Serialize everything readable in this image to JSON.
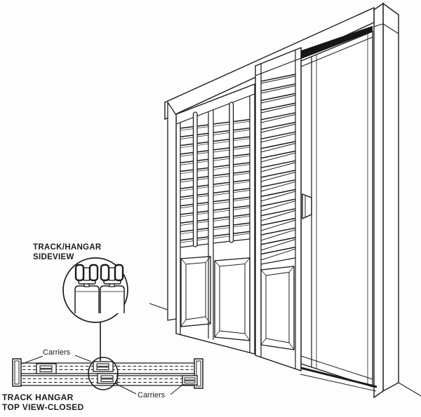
{
  "page": {
    "background_color": "#fdfdfd",
    "ink_color": "#1c1c1c",
    "track_strip_color": "#161616"
  },
  "figure": {
    "labels": {
      "sideview_line1": "TRACK/HANGAR",
      "sideview_line2": "SIDEVIEW",
      "carriers_top": "Carriers",
      "carriers_bottom": "Carriers",
      "topview_line1": "TRACK HANGAR",
      "topview_line2": "TOP VIEW-CLOSED"
    }
  }
}
